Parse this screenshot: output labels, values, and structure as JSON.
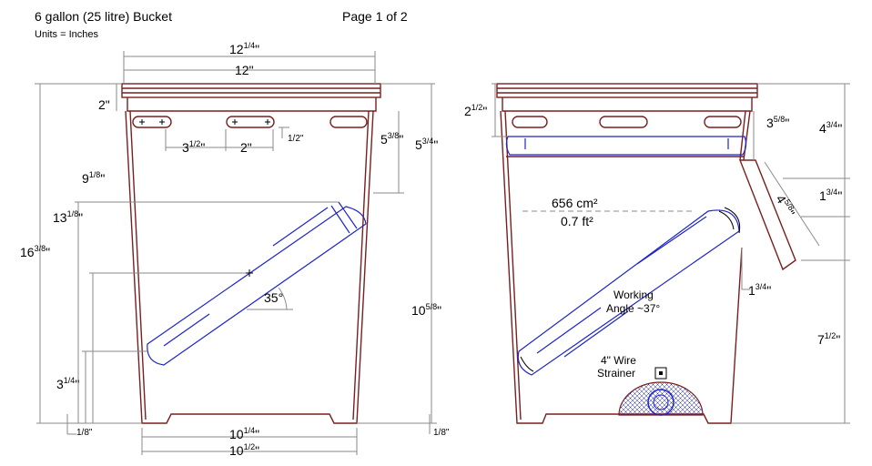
{
  "header": {
    "title": "6 gallon (25 litre) Bucket",
    "units": "Units = Inches",
    "page": "Page 1 of 2"
  },
  "left_view": {
    "top_outer_width": {
      "whole": "12",
      "frac": "1/4",
      "unit": "\""
    },
    "top_width": "12\"",
    "rim_height": "2\"",
    "slot_spacing": {
      "whole": "3",
      "frac": "1/2",
      "unit": "\""
    },
    "slot_width": "2\"",
    "slot_offset": "1/2\"",
    "height_to_tube_center": {
      "whole": "9",
      "frac": "1/8",
      "unit": "\""
    },
    "height_to_tube_top": {
      "whole": "13",
      "frac": "1/8",
      "unit": "\""
    },
    "total_height": {
      "whole": "16",
      "frac": "3/8",
      "unit": "\""
    },
    "tube_bottom_height": {
      "whole": "3",
      "frac": "1/4",
      "unit": "\""
    },
    "base_offset_left": "1/8\"",
    "base_offset_right": "1/8\"",
    "top_to_tube_outlet": {
      "whole": "5",
      "frac": "3/8",
      "unit": "\""
    },
    "top_to_tube_outlet_outer": {
      "whole": "5",
      "frac": "3/4",
      "unit": "\""
    },
    "outlet_height": {
      "whole": "10",
      "frac": "5/8",
      "unit": "\""
    },
    "tube_angle": "35°",
    "bottom_width": {
      "whole": "10",
      "frac": "1/4",
      "unit": "\""
    },
    "bottom_outer_width": {
      "whole": "10",
      "frac": "1/2",
      "unit": "\""
    }
  },
  "right_view": {
    "rim_height": {
      "whole": "2",
      "frac": "1/2",
      "unit": "\""
    },
    "area_metric": "656 cm²",
    "area_imperial": "0.7 ft²",
    "channel_depth": {
      "whole": "3",
      "frac": "5/8",
      "unit": "\""
    },
    "upper_height": {
      "whole": "4",
      "frac": "3/4",
      "unit": "\""
    },
    "spout_length": {
      "whole": "4",
      "frac": "5/8",
      "unit": "\""
    },
    "spout_rise": {
      "whole": "1",
      "frac": "3/4",
      "unit": "\""
    },
    "spout_drop": {
      "whole": "1",
      "frac": "3/4",
      "unit": "\""
    },
    "lower_height": {
      "whole": "7",
      "frac": "1/2",
      "unit": "\""
    },
    "working_angle_line1": "Working",
    "working_angle_line2": "Angle ~37°",
    "strainer_line1": "4\" Wire",
    "strainer_line2": "Strainer"
  },
  "colors": {
    "wall": "#7a1f1f",
    "tube": "#1d24c8",
    "dimension": "#8a8a8a"
  }
}
